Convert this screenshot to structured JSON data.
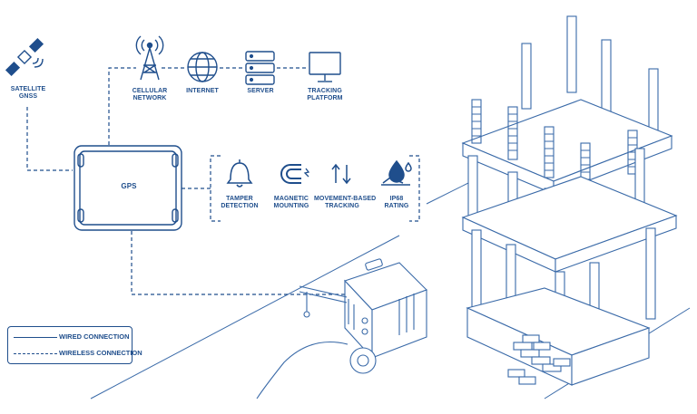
{
  "nodes": {
    "satellite": [
      "SATELLITE",
      "GNSS"
    ],
    "cellular": [
      "CELLULAR",
      "NETWORK"
    ],
    "internet": [
      "INTERNET"
    ],
    "server": [
      "SERVER"
    ],
    "tracking_platform": [
      "TRACKING",
      "PLATFORM"
    ],
    "gps_device": "GPS"
  },
  "features": [
    {
      "lines": [
        "TAMPER",
        "DETECTION"
      ],
      "icon": "bell-icon"
    },
    {
      "lines": [
        "MAGNETIC",
        "MOUNTING"
      ],
      "icon": "magnet-icon"
    },
    {
      "lines": [
        "MOVEMENT-BASED",
        "TRACKING"
      ],
      "icon": "up-down-arrows-icon"
    },
    {
      "lines": [
        "IP68",
        "RATING"
      ],
      "icon": "water-drop-icon"
    }
  ],
  "legend": {
    "wired": "WIRED CONNECTION",
    "wireless": "WIRELESS CONNECTION"
  },
  "colors": {
    "primary": "#1f4e8c",
    "illustration": "#3a6aa8"
  }
}
